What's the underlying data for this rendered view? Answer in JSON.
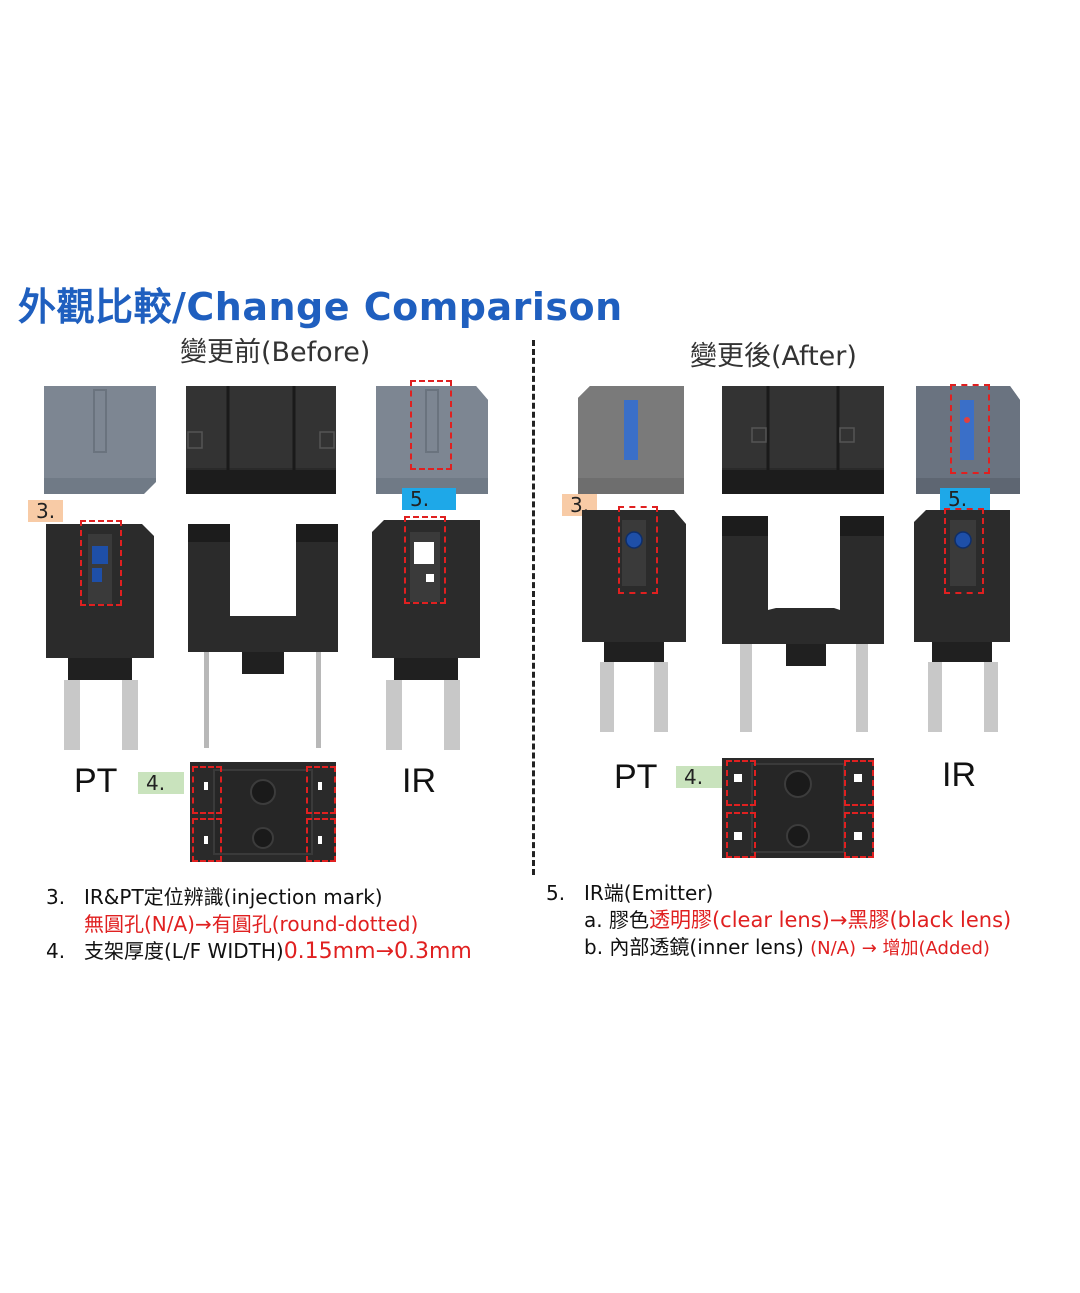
{
  "title": "外觀比較/Change Comparison",
  "before": {
    "heading": "變更前(Before)",
    "tag3": "3.",
    "tag4": "4.",
    "tag5": "5.",
    "pt_label": "PT",
    "ir_label": "IR"
  },
  "after": {
    "heading": "變更後(After)",
    "tag3": "3.",
    "tag4": "4.",
    "tag5": "5.",
    "pt_label": "PT",
    "ir_label": "IR"
  },
  "notes_left": {
    "n3_num": "3.",
    "n3_text": "IR&PT定位辨識(injection mark)",
    "n3_sub": "無圓孔(N/A)→有圓孔(round-dotted)",
    "n4_num": "4.",
    "n4_text": "支架厚度(L/F WIDTH)",
    "n4_red": "0.15mm→0.3mm"
  },
  "notes_right": {
    "n5_num": "5.",
    "n5_text": "IR端(Emitter)",
    "a_prefix": "a. 膠色",
    "a_red": "透明膠(clear lens)→黑膠(black lens)",
    "b_prefix": "b. 內部透鏡(inner lens) ",
    "b_red": "(N/A) → 增加(Added)"
  },
  "colors": {
    "title_blue": "#1f5fbf",
    "red_highlight": "#e02020",
    "tag_orange": "#f8cba6",
    "tag_blue": "#1ea8e8",
    "tag_green": "#c9e3bd"
  }
}
